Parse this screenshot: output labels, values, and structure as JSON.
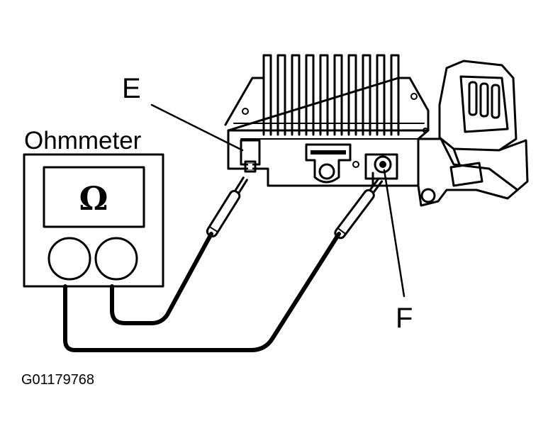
{
  "labels": {
    "meter": "Ohmmeter",
    "meter_symbol": "Ω",
    "terminal_e": "E",
    "terminal_f": "F",
    "figure_code": "G01179768"
  },
  "colors": {
    "ink": "#000000",
    "paper": "#ffffff"
  }
}
